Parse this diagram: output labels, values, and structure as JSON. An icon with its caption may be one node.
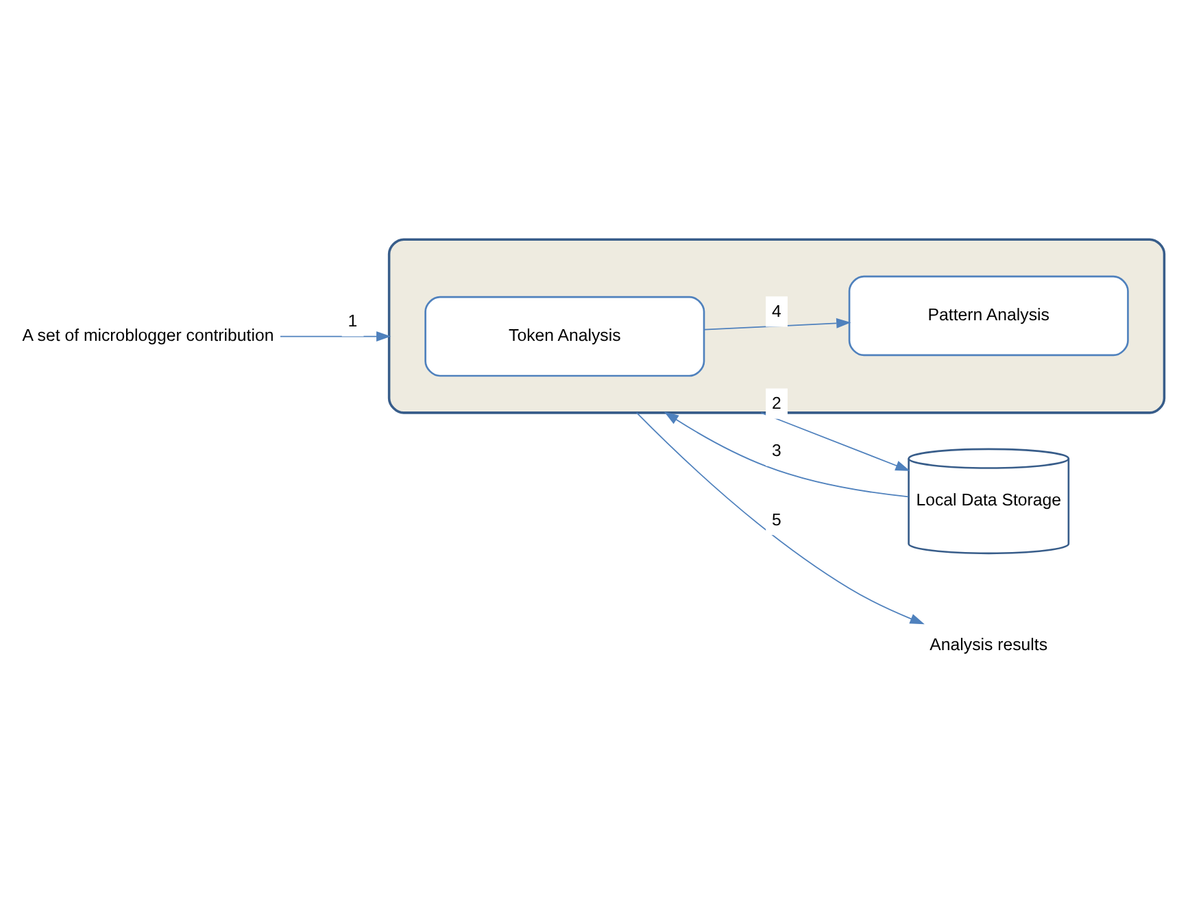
{
  "diagram": {
    "nodes": [
      {
        "text": [
          "A set of microblogger contribution"
        ]
      },
      {
        "text": [],
        "shape": "box"
      },
      {
        "text": [
          "Local Data Storage"
        ]
      },
      {
        "text": [
          "Token Analysis"
        ],
        "in": 1
      },
      {
        "text": [
          "Pattern Analysis"
        ],
        "in": 1
      },
      {
        "text": [
          "Analysis results"
        ]
      }
    ],
    "edges": [
      {
        "from": 0,
        "to": 1,
        "arrow": "to",
        "label": "1"
      },
      {
        "from": 1,
        "to": 2,
        "arrow": "to",
        "label": "2"
      },
      {
        "from": 2,
        "to": 1,
        "arrow": "to",
        "label": "3"
      },
      {
        "from": 3,
        "to": 4,
        "arrow": "to",
        "label": "4"
      },
      {
        "from": 1,
        "to": 5,
        "arrow": "to",
        "label": "5"
      }
    ]
  }
}
